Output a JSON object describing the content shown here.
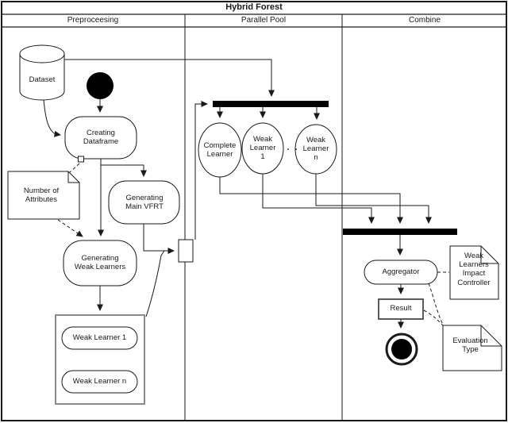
{
  "colors": {
    "line": "#1a1a1a",
    "node_fill": "#ffffff",
    "bar_fill": "#000000",
    "container_border": "#8a8a8a",
    "background": "#ffffff"
  },
  "header": {
    "title": "Hybrid Forest",
    "lanes": [
      {
        "label": "Preproceesing"
      },
      {
        "label": "Parallel Pool"
      },
      {
        "label": "Combine"
      }
    ]
  },
  "preprocessing": {
    "dataset": "Dataset",
    "creating_dataframe": "Creating\nDataframe",
    "number_of_attributes": "Number of\nAttributes",
    "generating_main_vfrt": "Generating\nMain VFRT",
    "generating_weak_learners": "Generating\nWeak Learners",
    "weak_learner_1": "Weak Learner 1",
    "weak_learner_n": "Weak Learner n"
  },
  "parallel_pool": {
    "complete_learner": "Complete\nLearner",
    "weak_learner_1": "Weak\nLearner\n1",
    "ellipsis": ". .",
    "weak_learner_n": "Weak\nLearner\nn"
  },
  "combine": {
    "aggregator": "Aggregator",
    "impact_controller_note": "Weak\nLearners\nImpact\nController",
    "result": "Result",
    "evaluation_type_note": "Evaluation\nType"
  }
}
